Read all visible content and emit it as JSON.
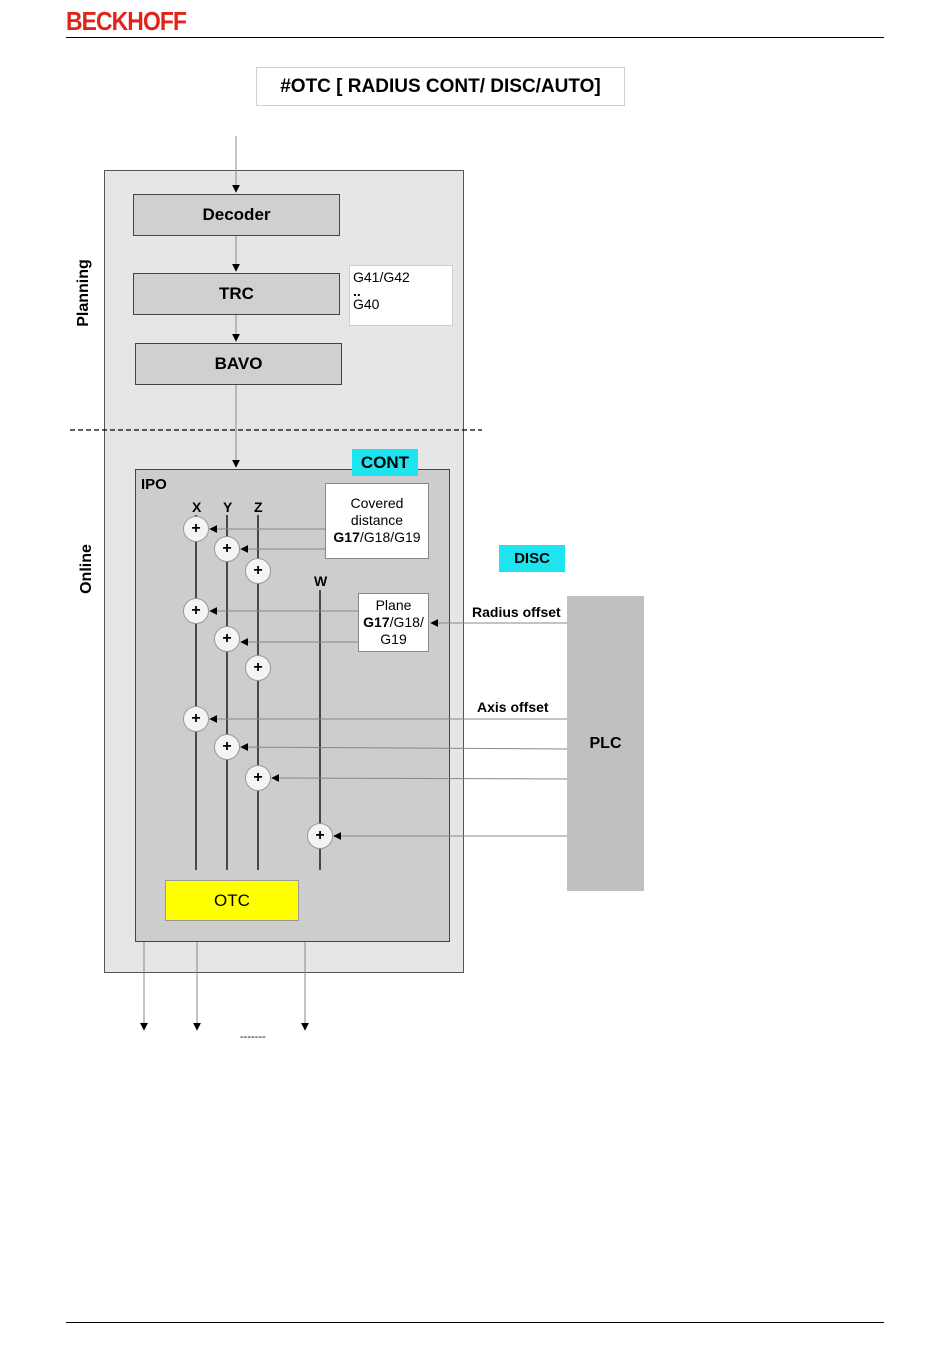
{
  "header": {
    "logo": "BECKHOFF",
    "logo_color": "#e2231a"
  },
  "title": "#OTC [ RADIUS CONT/ DISC/AUTO]",
  "sections": {
    "planning": "Planning",
    "online": "Online"
  },
  "blocks": {
    "decoder": "Decoder",
    "trc": "TRC",
    "bavo": "BAVO",
    "ipo": "IPO",
    "otc": "OTC",
    "plc": "PLC"
  },
  "trc_note": {
    "line1": "G41/G42",
    "line2": "..",
    "line3": "G40"
  },
  "modes": {
    "cont": "CONT",
    "disc": "DISC"
  },
  "axes": {
    "x": "X",
    "y": "Y",
    "z": "Z",
    "w": "W"
  },
  "covered_distance": {
    "line1": "Covered",
    "line2": "distance",
    "bold": "G17",
    "rest": "/G18/G19"
  },
  "plane": {
    "line1": "Plane",
    "bold": "G17",
    "rest": "/G18/",
    "line3": "G19"
  },
  "signals": {
    "radius_offset": "Radius offset",
    "axis_offset": "Axis offset"
  },
  "summing_symbol": "+",
  "output_ellipsis": "-------",
  "colors": {
    "cyan": "#1ee4f0",
    "yellow": "#ffff00",
    "block_gray": "#d0d0d0",
    "panel_gray": "#e6e6e6",
    "plc_gray": "#c0c0c0"
  }
}
